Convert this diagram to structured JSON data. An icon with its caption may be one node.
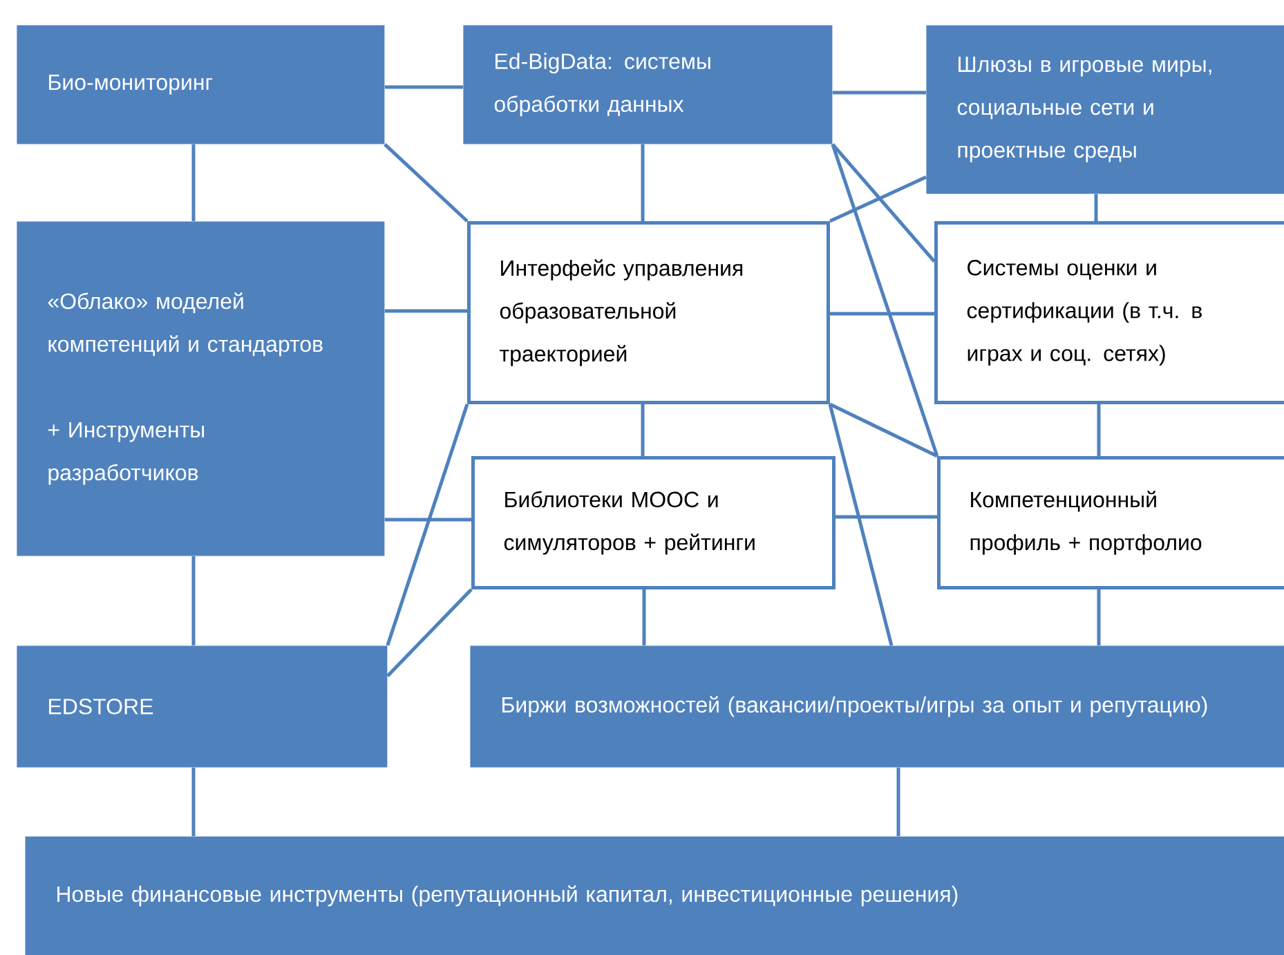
{
  "diagram": {
    "nodes": [
      {
        "text": [
          "Био-мониторинг"
        ]
      },
      {
        "text": [
          "Ed-BigData: системы обработки данных"
        ]
      },
      {
        "text": [
          "Шлюзы в игровые миры, социальные сети и проектные среды"
        ]
      },
      {
        "text": [
          "«Облако» моделей компетенций и стандартов",
          "+ Инструменты разработчиков"
        ]
      },
      {
        "text": [
          "Интерфейс управления образовательной траекторией"
        ]
      },
      {
        "text": [
          "Системы оценки и сертификации (в т.ч. в играх и соц. сетях)"
        ]
      },
      {
        "text": [
          "Библиотеки MOOC и симуляторов + рейтинги"
        ]
      },
      {
        "text": [
          "Компетенционный профиль + портфолио"
        ]
      },
      {
        "text": [
          "EDSTORE"
        ]
      },
      {
        "text": [
          "Биржи возможностей (вакансии/проекты/игры за опыт и репутацию)"
        ]
      },
      {
        "text": [
          "Новые финансовые инструменты (репутационный капитал, инвестиционные решения)"
        ]
      }
    ],
    "edges": [
      {
        "from": 0,
        "to": 1,
        "arrow": "none"
      },
      {
        "from": 1,
        "to": 2,
        "arrow": "none"
      },
      {
        "from": 0,
        "to": 3,
        "arrow": "none"
      },
      {
        "from": 0,
        "to": 4,
        "arrow": "none"
      },
      {
        "from": 1,
        "to": 4,
        "arrow": "none"
      },
      {
        "from": 1,
        "to": 5,
        "arrow": "none"
      },
      {
        "from": 1,
        "to": 7,
        "arrow": "none"
      },
      {
        "from": 2,
        "to": 4,
        "arrow": "none"
      },
      {
        "from": 2,
        "to": 5,
        "arrow": "none"
      },
      {
        "from": 3,
        "to": 4,
        "arrow": "none"
      },
      {
        "from": 4,
        "to": 5,
        "arrow": "none"
      },
      {
        "from": 4,
        "to": 7,
        "arrow": "none"
      },
      {
        "from": 4,
        "to": 6,
        "arrow": "none"
      },
      {
        "from": 4,
        "to": 8,
        "arrow": "none"
      },
      {
        "from": 4,
        "to": 9,
        "arrow": "none"
      },
      {
        "from": 3,
        "to": 6,
        "arrow": "none"
      },
      {
        "from": 6,
        "to": 7,
        "arrow": "none"
      },
      {
        "from": 6,
        "to": 8,
        "arrow": "none"
      },
      {
        "from": 6,
        "to": 9,
        "arrow": "none"
      },
      {
        "from": 5,
        "to": 7,
        "arrow": "none"
      },
      {
        "from": 7,
        "to": 9,
        "arrow": "none"
      },
      {
        "from": 3,
        "to": 8,
        "arrow": "none"
      },
      {
        "from": 8,
        "to": 10,
        "arrow": "none"
      },
      {
        "from": 9,
        "to": 10,
        "arrow": "none"
      }
    ]
  }
}
